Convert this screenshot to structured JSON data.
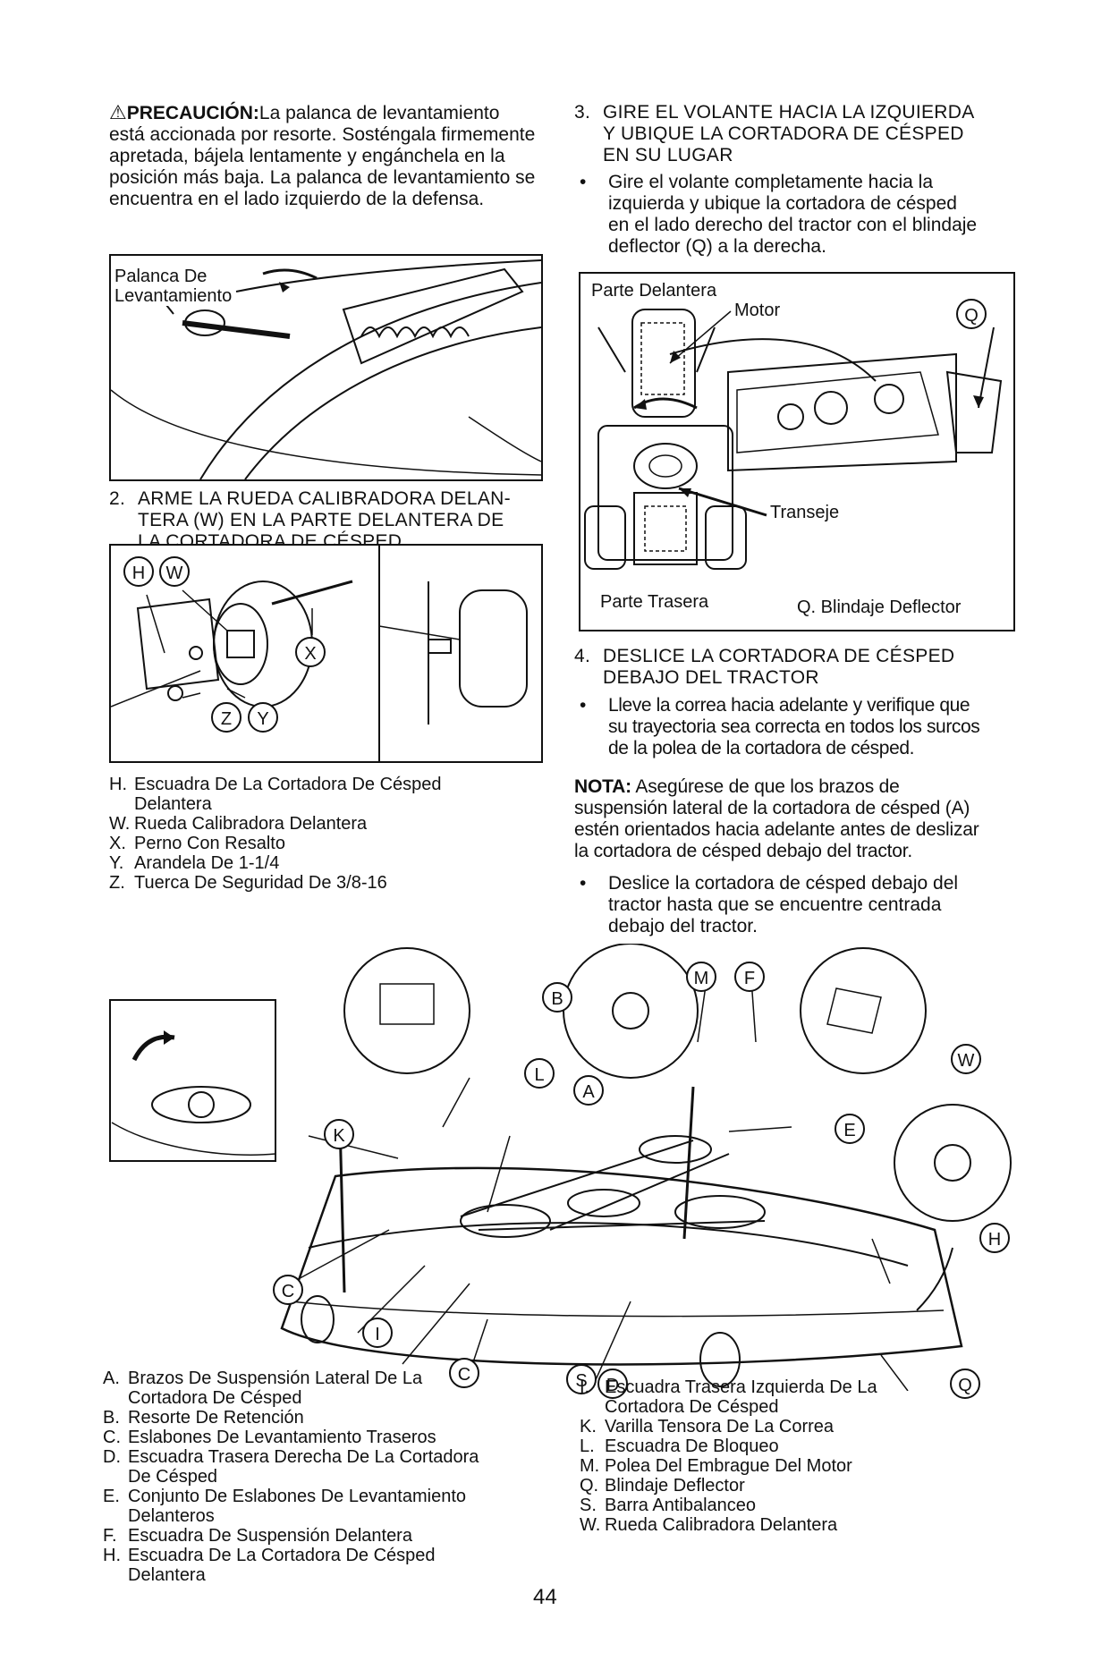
{
  "caution": {
    "title": "PRECAUCIÓN:",
    "lines": [
      "La palanca de levantamiento",
      "está accionada por resorte. Sosténgala firmemente",
      "apretada, bájela lentamente y engánchela en la",
      "posición más baja. La palanca de levantamiento se",
      "encuentra en el lado izquierdo de la defensa."
    ]
  },
  "fig1": {
    "label_lines": [
      "Palanca De",
      "Levantamiento"
    ]
  },
  "step2": {
    "num": "2.",
    "lines": [
      "ARME LA RUEDA CALIBRADORA DELAN-",
      "TERA (W) EN LA PARTE DELANTERA DE",
      "LA CORTADORA DE CÉSPED"
    ]
  },
  "fig2": {
    "callouts": [
      "H",
      "W",
      "X",
      "Z",
      "Y"
    ]
  },
  "legend2": [
    {
      "key": "H.",
      "lines": [
        "Escuadra De La Cortadora De Césped",
        "Delantera"
      ]
    },
    {
      "key": "W.",
      "lines": [
        "Rueda Calibradora Delantera"
      ]
    },
    {
      "key": "X.",
      "lines": [
        "Perno Con Resalto"
      ]
    },
    {
      "key": "Y.",
      "lines": [
        "Arandela De 1-1/4"
      ]
    },
    {
      "key": "Z.",
      "lines": [
        "Tuerca De Seguridad De 3/8-16"
      ]
    }
  ],
  "step3": {
    "num": "3.",
    "lines": [
      "GIRE EL VOLANTE HACIA LA IZQUIERDA",
      "Y UBIQUE LA CORTADORA DE CÉSPED",
      "EN SU LUGAR"
    ],
    "bullet": [
      "Gire el volante completamente hacia la",
      "izquierda y ubique la cortadora de césped",
      "en el lado derecho del tractor con el blindaje",
      "deflector (Q) a la derecha."
    ]
  },
  "fig3": {
    "front": "Parte Delantera",
    "motor": "Motor",
    "q": "Q",
    "transeje": "Transeje",
    "rear": "Parte Trasera",
    "qlabel": "Q.  Blindaje Deflector"
  },
  "step4": {
    "num": "4.",
    "lines": [
      "DESLICE LA CORTADORA DE CÉSPED",
      "DEBAJO DEL TRACTOR"
    ],
    "bullet1": [
      "Lleve la correa hacia adelante y verifique que",
      "su trayectoria sea correcta en todos los surcos",
      "de la polea de la cortadora de césped."
    ],
    "note_title": "NOTA:",
    "note_lines": [
      " Asegúrese de que los brazos de",
      "suspensión lateral de la cortadora de césped (A)",
      "estén orientados hacia adelante antes de deslizar",
      "la cortadora de césped debajo del tractor."
    ],
    "bullet2": [
      "Deslice la cortadora de césped debajo del",
      "tractor hasta que se encuentre centrada",
      "debajo del tractor."
    ]
  },
  "fig4": {
    "callouts": [
      "B",
      "M",
      "F",
      "W",
      "L",
      "A",
      "K",
      "E",
      "C",
      "H",
      "I",
      "C",
      "S",
      "D",
      "Q"
    ]
  },
  "legend_left": [
    {
      "key": "A.",
      "lines": [
        "Brazos De Suspensión Lateral De La",
        "Cortadora De Césped"
      ]
    },
    {
      "key": "B.",
      "lines": [
        "Resorte De Retención"
      ]
    },
    {
      "key": "C.",
      "lines": [
        "Eslabones De Levantamiento Traseros"
      ]
    },
    {
      "key": "D.",
      "lines": [
        "Escuadra Trasera Derecha De La Cortadora",
        "De Césped"
      ]
    },
    {
      "key": "E.",
      "lines": [
        "Conjunto De Eslabones De Levantamiento",
        "Delanteros"
      ]
    },
    {
      "key": "F.",
      "lines": [
        "Escuadra De Suspensión Delantera"
      ]
    },
    {
      "key": "H.",
      "lines": [
        "Escuadra De La Cortadora De Césped",
        "Delantera"
      ]
    }
  ],
  "legend_right": [
    {
      "key": "I.",
      "lines": [
        "Escuadra Trasera Izquierda De La",
        "Cortadora De Césped"
      ]
    },
    {
      "key": "K.",
      "lines": [
        "Varilla Tensora De La Correa"
      ]
    },
    {
      "key": "L.",
      "lines": [
        "Escuadra De Bloqueo"
      ]
    },
    {
      "key": "M.",
      "lines": [
        "Polea Del Embrague Del Motor"
      ]
    },
    {
      "key": "Q.",
      "lines": [
        "Blindaje Deflector"
      ]
    },
    {
      "key": "S.",
      "lines": [
        "Barra Antibalanceo"
      ]
    },
    {
      "key": "W.",
      "lines": [
        "Rueda Calibradora Delantera"
      ]
    }
  ],
  "page_number": "44"
}
